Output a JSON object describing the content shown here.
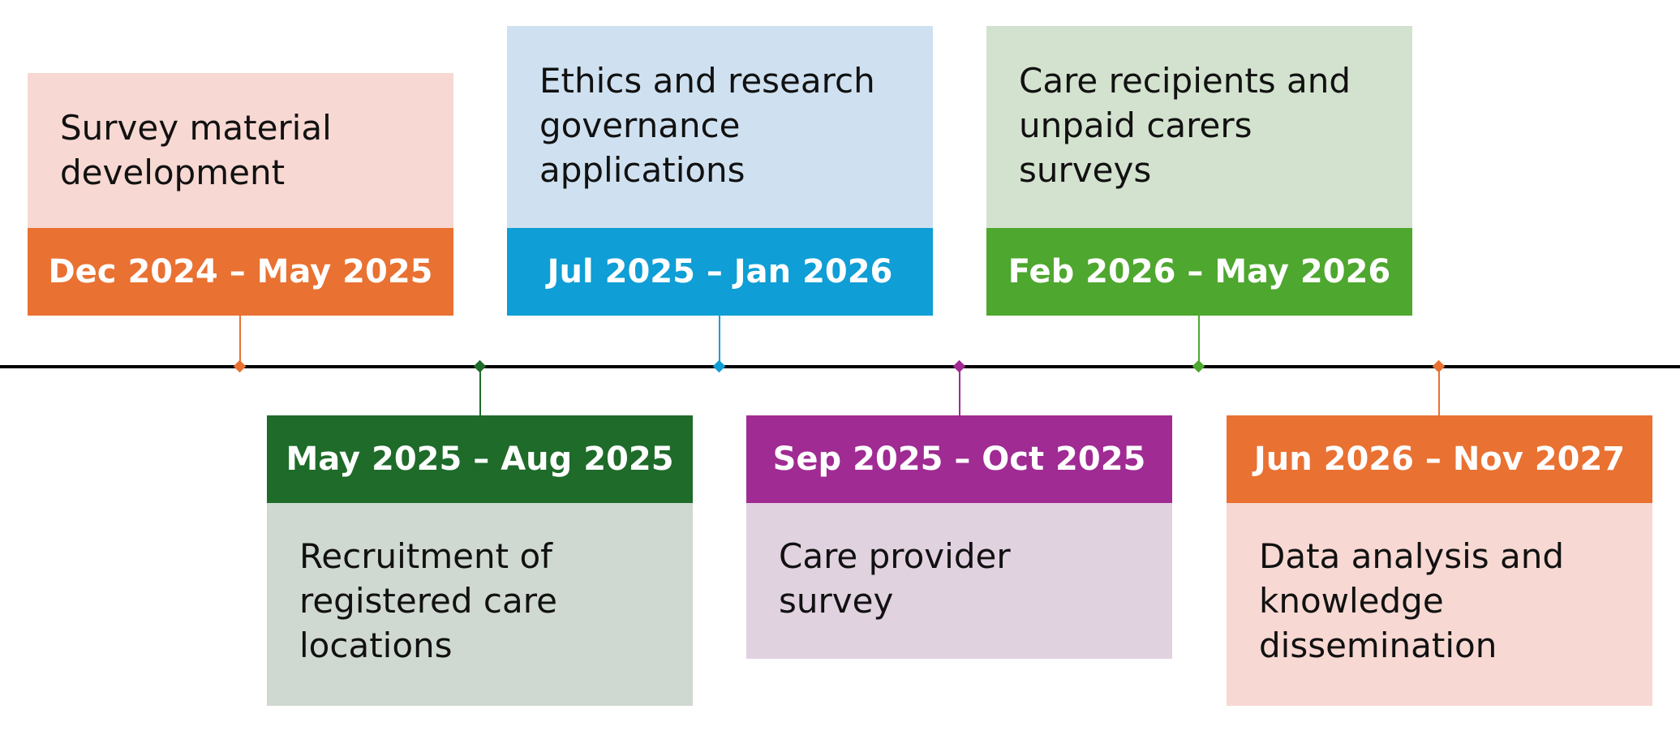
{
  "colors": {
    "axis": "#000000"
  },
  "phases": [
    {
      "date": "Dec 2024 – May 2025",
      "description": "Survey material\ndevelopment",
      "band_color": "#E97132",
      "panel_color": "#F7D8D2"
    },
    {
      "date": "May 2025 – Aug 2025",
      "description": "Recruitment of\nregistered care\nlocations",
      "band_color": "#1E6B2A",
      "panel_color": "#D0D9D1"
    },
    {
      "date": "Jul 2025 – Jan 2026",
      "description": "Ethics and research\ngovernance\napplications",
      "band_color": "#0F9ED5",
      "panel_color": "#CFE1F0"
    },
    {
      "date": "Sep 2025 – Oct 2025",
      "description": "Care provider\nsurvey",
      "band_color": "#A02B93",
      "panel_color": "#E1D2E0"
    },
    {
      "date": "Feb 2026 – May 2026",
      "description": "Care recipients and\nunpaid carers\nsurveys",
      "band_color": "#4EA72E",
      "panel_color": "#D3E2CE"
    },
    {
      "date": "Jun 2026 – Nov 2027",
      "description": "Data analysis and\nknowledge\ndissemination",
      "band_color": "#E97132",
      "panel_color": "#F7D8D2"
    }
  ]
}
